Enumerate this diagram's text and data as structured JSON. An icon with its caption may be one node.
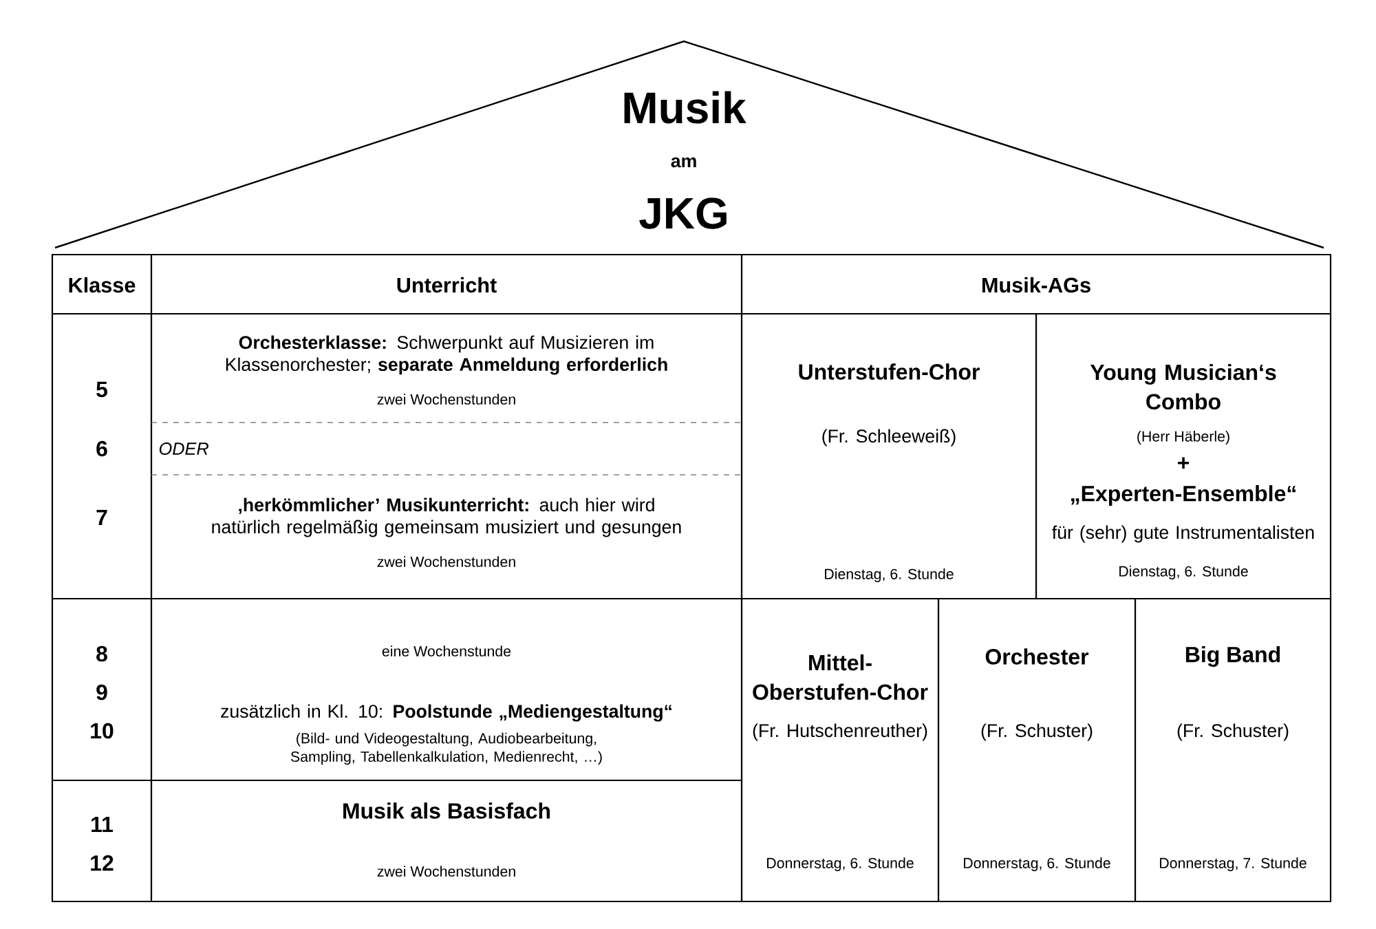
{
  "diagram": {
    "nodes": [
      {
        "text": [
          "Musik",
          "am",
          "JKG"
        ]
      },
      {
        "text": [
          "Klasse"
        ]
      },
      {
        "text": [
          "Unterricht"
        ]
      },
      {
        "text": [
          "Musik-AGs"
        ]
      },
      {
        "text": [
          "5",
          "6",
          "7"
        ]
      },
      {
        "text": [
          "**Orchesterklasse:** Schwerpunkt auf Musizieren im Klassenorchester; **separate Anmeldung erforderlich**",
          "zwei Wochenstunden",
          "ODER",
          "**‚herkömmlicher’ Musikunterricht:** auch hier wird natürlich regelmäßig gemeinsam musiziert und gesungen",
          "zwei Wochenstunden"
        ]
      },
      {
        "text": [
          "Unterstufen-Chor",
          "(Fr. Schleeweiß)",
          "Dienstag, 6. Stunde"
        ]
      },
      {
        "text": [
          "Young Musician‘s Combo",
          "(Herr Häberle)",
          "+",
          "„Experten-Ensemble“",
          "für (sehr) gute Instrumentalisten",
          "Dienstag, 6. Stunde"
        ]
      },
      {
        "text": [
          "8",
          "9",
          "10"
        ]
      },
      {
        "text": [
          "eine Wochenstunde",
          "zusätzlich in Kl. 10: **Poolstunde „Mediengestaltung“**",
          "(Bild- und Videogestaltung, Audiobearbeitung, Sampling, Tabellenkalkulation, Medienrecht, …)"
        ]
      },
      {
        "text": [
          "Mittel-Oberstufen-Chor",
          "(Fr. Hutschenreuther)",
          "Donnerstag, 6. Stunde"
        ]
      },
      {
        "text": [
          "Orchester",
          "(Fr. Schuster)",
          "Donnerstag, 6. Stunde"
        ]
      },
      {
        "text": [
          "Big Band",
          "(Fr. Schuster)",
          "Donnerstag, 7. Stunde"
        ]
      },
      {
        "text": [
          "11",
          "12"
        ]
      },
      {
        "text": [
          "Musik als Basisfach",
          "zwei Wochenstunden"
        ]
      }
    ]
  }
}
